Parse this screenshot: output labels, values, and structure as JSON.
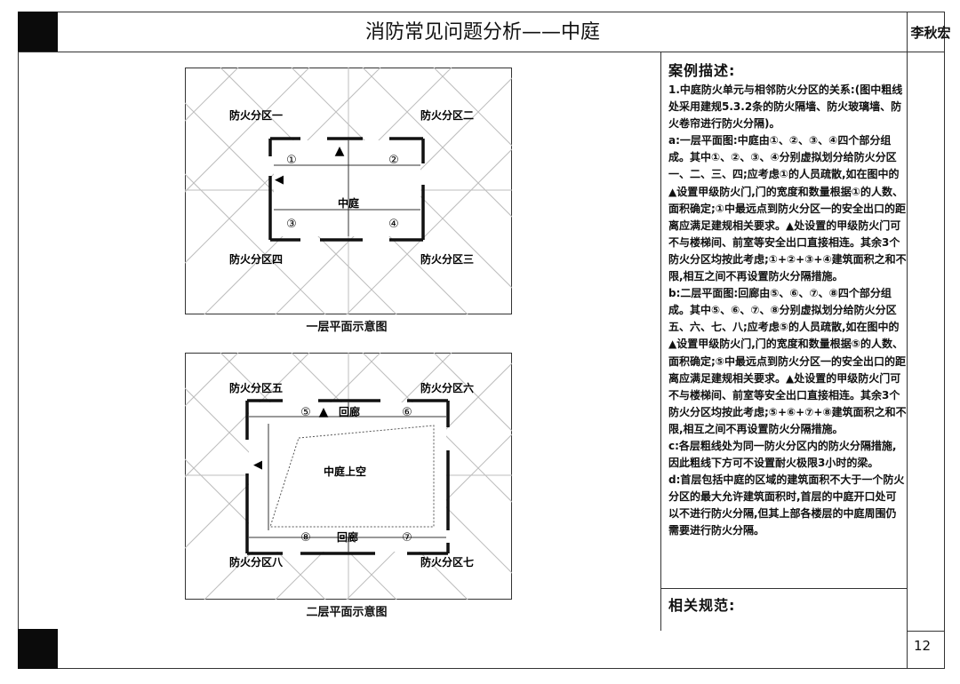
{
  "header": {
    "title": "消防常见问题分析——中庭",
    "author": "李秋宏"
  },
  "page_number": "12",
  "plan1": {
    "caption": "一层平面示意图",
    "zones": [
      "防火分区一",
      "防火分区二",
      "防火分区四",
      "防火分区三"
    ],
    "center_label": "中庭",
    "parts": [
      "①",
      "②",
      "③",
      "④"
    ],
    "markers": [
      "▲",
      "◀"
    ]
  },
  "plan2": {
    "caption": "二层平面示意图",
    "zones": [
      "防火分区五",
      "防火分区六",
      "防火分区八",
      "防火分区七"
    ],
    "center_label": "中庭上空",
    "corridor_top": "回廊",
    "corridor_bottom": "回廊",
    "parts": [
      "⑤",
      "⑥",
      "⑧",
      "⑦"
    ],
    "markers": [
      "▲",
      "◀"
    ]
  },
  "case": {
    "heading": "案例描述:",
    "paragraphs": [
      "1.中庭防火单元与相邻防火分区的关系:(图中粗线处采用建规5.3.2条的防火隔墙、防火玻璃墙、防火卷帘进行防火分隔)。",
      "a:一层平面图:中庭由①、②、③、④四个部分组成。其中①、②、③、④分别虚拟划分给防火分区一、二、三、四;应考虑①的人员疏散,如在图中的▲设置甲级防火门,门的宽度和数量根据①的人数、面积确定;①中最远点到防火分区一的安全出口的距离应满足建规相关要求。▲处设置的甲级防火门可不与楼梯间、前室等安全出口直接相连。其余3个防火分区均按此考虑;①+②+③+④建筑面积之和不限,相互之间不再设置防火分隔措施。",
      "b:二层平面图:回廊由⑤、⑥、⑦、⑧四个部分组成。其中⑤、⑥、⑦、⑧分别虚拟划分给防火分区五、六、七、八;应考虑⑤的人员疏散,如在图中的▲设置甲级防火门,门的宽度和数量根据⑤的人数、面积确定;⑤中最远点到防火分区一的安全出口的距离应满足建规相关要求。▲处设置的甲级防火门可不与楼梯间、前室等安全出口直接相连。其余3个防火分区均按此考虑;⑤+⑥+⑦+⑧建筑面积之和不限,相互之间不再设置防火分隔措施。",
      "c:各层粗线处为同一防火分区内的防火分隔措施,因此粗线下方可不设置耐火极限3小时的梁。",
      "d:首层包括中庭的区域的建筑面积不大于一个防火分区的最大允许建筑面积时,首层的中庭开口处可以不进行防火分隔,但其上部各楼层的中庭周围仍需要进行防火分隔。"
    ]
  },
  "related": {
    "heading": "相关规范:"
  },
  "colors": {
    "line": "#333333",
    "block": "#0b0b0b",
    "grid": "#bdbdbd"
  }
}
